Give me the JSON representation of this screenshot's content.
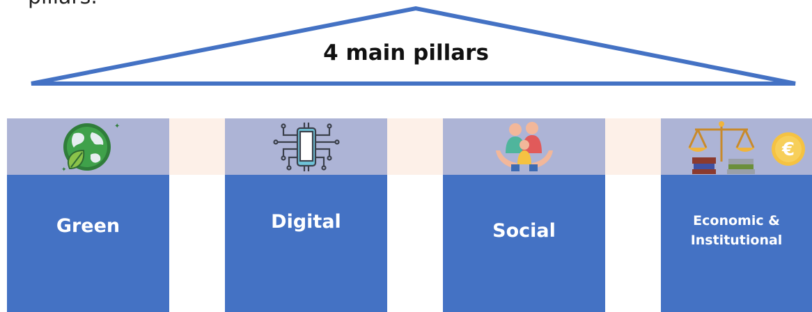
{
  "intro_fragment": "pillars.",
  "roof": {
    "title": "4 main pillars"
  },
  "pillars": [
    {
      "label": "Green",
      "icon": "globe-leaf-icon"
    },
    {
      "label": "Digital",
      "icon": "phone-circuit-icon"
    },
    {
      "label": "Social",
      "icon": "family-hands-icon"
    },
    {
      "label_line1": "Economic &",
      "label_line2": "Institutional",
      "icon": "scales-books-euro-icon"
    }
  ],
  "colors": {
    "roof_stroke": "#4472c4",
    "pillar_body": "#4472c4",
    "pillar_head": "#adb4d6",
    "band": "#fdf0e8",
    "euro_coin": "#f5c242"
  }
}
